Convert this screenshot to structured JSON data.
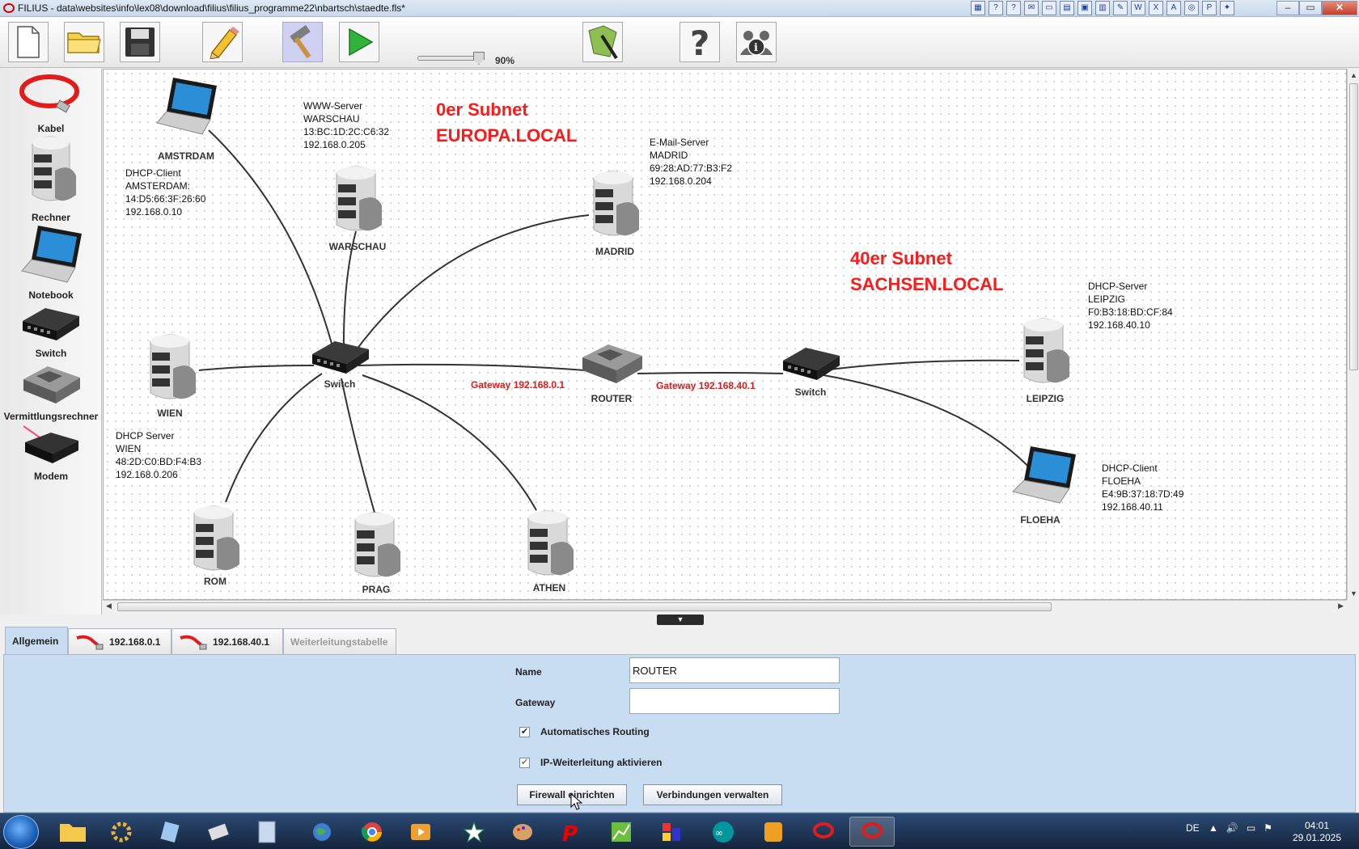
{
  "window": {
    "title": "FILIUS - data\\websites\\info\\lex08\\download\\filius\\filius_programme22\\nbartsch\\staedte.fls*",
    "controls": {
      "minimize": "–",
      "maximize": "▭",
      "close": "✕"
    }
  },
  "toolbar": {
    "zoom_label": "90%",
    "zoom_value": 0.9
  },
  "palette": {
    "items": [
      {
        "label": "Kabel"
      },
      {
        "label": "Rechner"
      },
      {
        "label": "Notebook"
      },
      {
        "label": "Switch"
      },
      {
        "label": "Vermittlungsrechner"
      },
      {
        "label": "Modem"
      }
    ]
  },
  "canvas": {
    "subnets": [
      {
        "line1": "0er Subnet",
        "line2": "EUROPA.LOCAL"
      },
      {
        "line1": "40er Subnet",
        "line2": "SACHSEN.LOCAL"
      }
    ],
    "gateways": [
      "Gateway 192.168.0.1",
      "Gateway 192.168.40.1"
    ],
    "nodes": {
      "amstrdam": "AMSTRDAM",
      "warschau": "WARSCHAU",
      "madrid": "MADRID",
      "wien": "WIEN",
      "switch1": "Switch",
      "router": "ROUTER",
      "switch2": "Switch",
      "leipzig": "LEIPZIG",
      "floeha": "FLOEHA",
      "rom": "ROM",
      "prag": "PRAG",
      "athen": "ATHEN"
    },
    "info": {
      "warschau": [
        "WWW-Server",
        "WARSCHAU",
        "13:BC:1D:2C:C6:32",
        "192.168.0.205"
      ],
      "amsterdam": [
        "DHCP-Client",
        "AMSTERDAM:",
        "14:D5:66:3F:26:60",
        "192.168.0.10"
      ],
      "madrid": [
        "E-Mail-Server",
        "MADRID",
        "69:28:AD:77:B3:F2",
        "192.168.0.204"
      ],
      "leipzig": [
        "DHCP-Server",
        "LEIPZIG",
        "F0:B3:18:BD:CF:84",
        "192.168.40.10"
      ],
      "wien": [
        "DHCP Server",
        "WIEN",
        "48:2D:C0:BD:F4:B3",
        "192.168.0.206"
      ],
      "floeha": [
        "DHCP-Client",
        "FLOEHA",
        "E4:9B:37:18:7D:49",
        "192.168.40.11"
      ]
    }
  },
  "tabs": {
    "items": [
      "Allgemein",
      "192.168.0.1",
      "192.168.40.1",
      "Weiterleitungstabelle"
    ],
    "active": 0
  },
  "panel": {
    "name_label": "Name",
    "name_value": "ROUTER",
    "gateway_label": "Gateway",
    "gateway_value": "",
    "auto_routing_label": "Automatisches Routing",
    "auto_routing_checked": true,
    "ip_forwarding_label": "IP-Weiterleitung aktivieren",
    "ip_forwarding_checked": true,
    "firewall_button": "Firewall einrichten",
    "connections_button": "Verbindungen verwalten"
  },
  "taskbar": {
    "language": "DE",
    "time": "04:01",
    "date": "29.01.2025"
  },
  "colors": {
    "subnet_text": "#ff1a1a",
    "panel_bg": "#c8ddf2",
    "taskbar": "#1f3656"
  }
}
